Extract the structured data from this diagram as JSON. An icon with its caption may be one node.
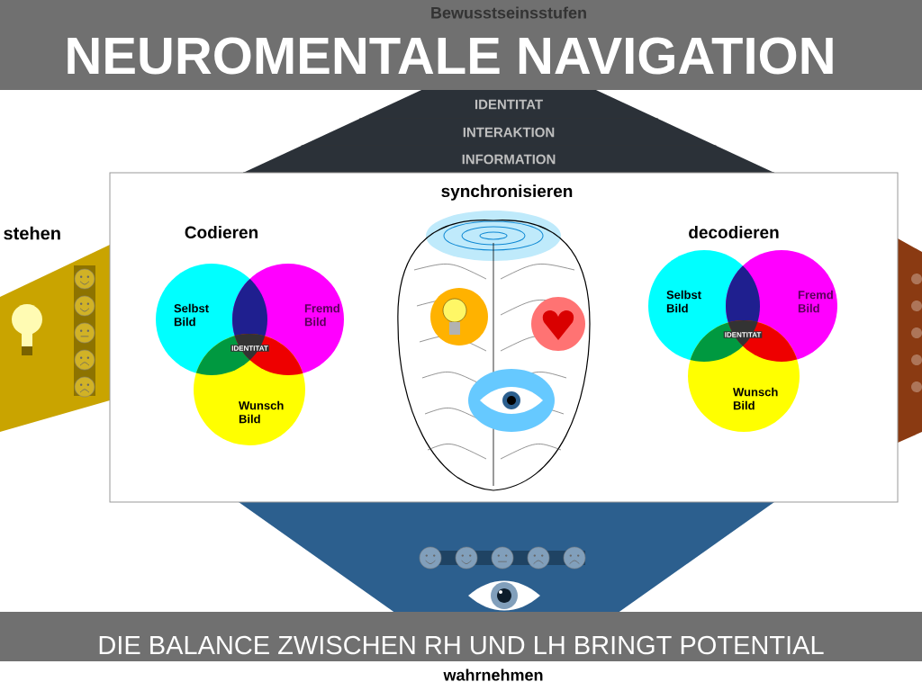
{
  "diagram": {
    "title": "NEUROMENTALE NAVIGATION",
    "caption": "DIE BALANCE ZWISCHEN RH UND LH BRINGT POTENTIAL",
    "nodes": [
      {
        "text": [
          "IDENTITAT"
        ]
      },
      {
        "text": [
          "INTERAKTION"
        ]
      },
      {
        "text": [
          "INFORMATION"
        ]
      },
      {
        "text": [
          "Selbst Bild"
        ]
      },
      {
        "text": [
          "Fremd Bild"
        ]
      },
      {
        "text": [
          "Wunsch Bild"
        ]
      },
      {
        "text": [
          "Selbst Bild"
        ]
      },
      {
        "text": [
          "Fremd Bild"
        ]
      },
      {
        "text": [
          "Wunsch Bild"
        ]
      }
    ],
    "labels": [
      "Bewusstseinsstufen",
      "stehen",
      "synchronisieren",
      "Codieren",
      "IDENTITAT",
      "decodieren",
      "IDENTITAT",
      "wahrnehmen"
    ]
  }
}
